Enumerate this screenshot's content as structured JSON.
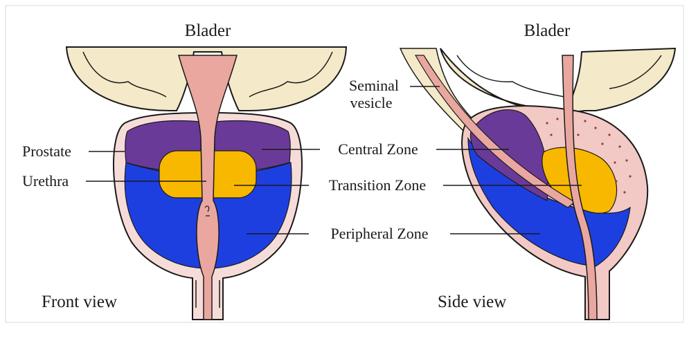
{
  "front_view": {
    "title": "Blader",
    "caption": "Front view",
    "labels": {
      "prostate": "Prostate",
      "urethra": "Urethra",
      "central_zone": "Central Zone",
      "transition_zone": "Transition Zone",
      "peripheral_zone": "Peripheral Zone"
    }
  },
  "side_view": {
    "title": "Blader",
    "caption": "Side view",
    "labels": {
      "seminal_vesicle_line1": "Seminal",
      "seminal_vesicle_line2": "vesicle"
    }
  },
  "colors": {
    "bladder": "#f4e9c8",
    "capsule": "#f6dcd8",
    "urethra": "#e9a7a0",
    "central_zone": "#6a3a98",
    "transition_zone": "#f8b800",
    "peripheral_zone": "#1e3fe0",
    "outline": "#1a1a1a"
  }
}
